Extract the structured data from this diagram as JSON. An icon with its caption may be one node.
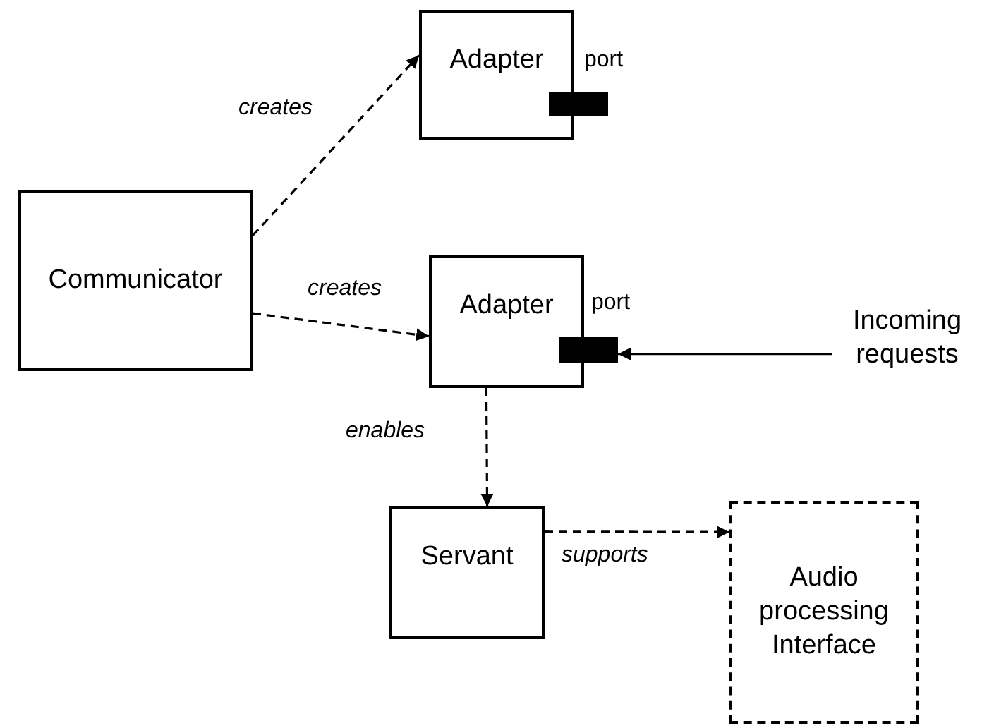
{
  "diagram": {
    "nodes": [
      {
        "text": [
          "Adapter"
        ]
      },
      {
        "text": [],
        "shape": "bar"
      },
      {
        "text": [
          "Communicator"
        ]
      },
      {
        "text": [
          "Adapter"
        ]
      },
      {
        "text": [],
        "shape": "bar"
      },
      {
        "text": [
          "Incoming requests"
        ]
      },
      {
        "text": [
          "Servant"
        ]
      },
      {
        "text": [
          "Audio processing Interface"
        ]
      }
    ],
    "edges": [
      {
        "from": 2,
        "to": 0,
        "arrow": "to",
        "label": "creates",
        "style": "dashed"
      },
      {
        "from": 2,
        "to": 3,
        "arrow": "to",
        "label": "creates",
        "style": "dashed"
      },
      {
        "from": 5,
        "to": 4,
        "arrow": "to"
      },
      {
        "from": 3,
        "to": 6,
        "arrow": "to",
        "label": "enables",
        "style": "dashed"
      },
      {
        "from": 6,
        "to": 7,
        "arrow": "to",
        "label": "supports",
        "style": "dashed"
      }
    ],
    "labels": [
      "port",
      "port"
    ]
  }
}
